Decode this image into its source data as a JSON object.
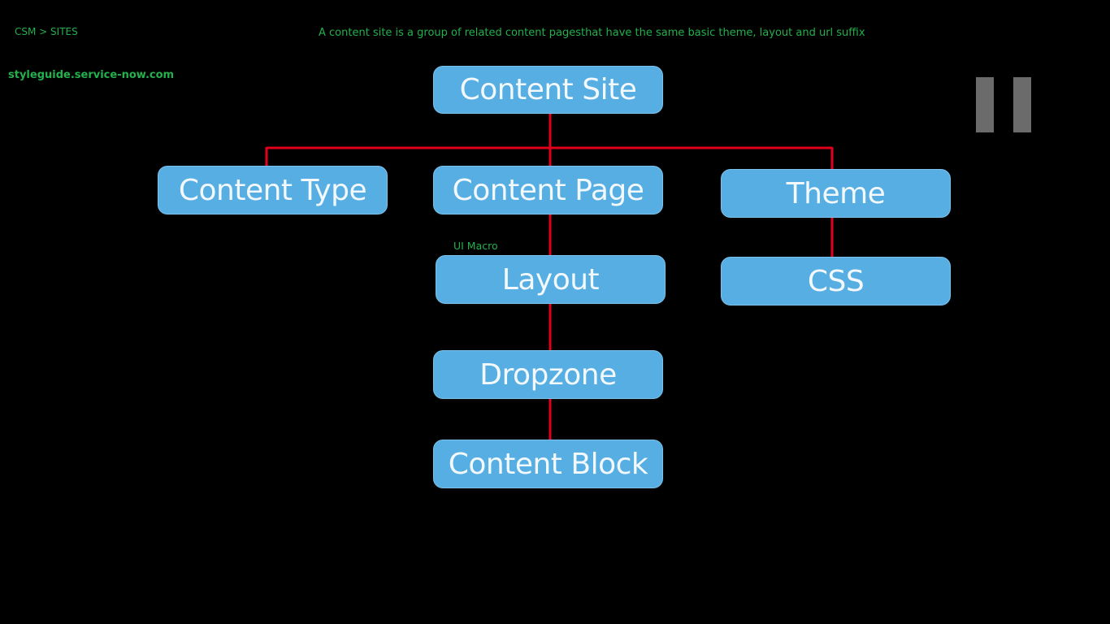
{
  "header": {
    "breadcrumb": "CSM > SITES",
    "subtitle": "A content site is a group of related content pagesthat have the same basic theme, layout and url suffix",
    "site_url": "styleguide.service-now.com"
  },
  "diagram": {
    "nodes": {
      "content_site": "Content Site",
      "content_type": "Content Type",
      "content_page": "Content Page",
      "theme": "Theme",
      "layout": "Layout",
      "css": "CSS",
      "dropzone": "Dropzone",
      "content_block": "Content Block"
    },
    "edge_label": "UI Macro",
    "edges": [
      [
        "content_site",
        "content_type"
      ],
      [
        "content_site",
        "content_page"
      ],
      [
        "content_site",
        "theme"
      ],
      [
        "content_page",
        "layout"
      ],
      [
        "theme",
        "css"
      ],
      [
        "layout",
        "dropzone"
      ],
      [
        "dropzone",
        "content_block"
      ]
    ]
  },
  "controls": {
    "pause_icon": "pause-icon"
  },
  "colors": {
    "background": "#000000",
    "node_fill": "#56aee2",
    "connector": "#e0001b",
    "caption": "#22b14c",
    "pause": "#6b6b6b"
  }
}
